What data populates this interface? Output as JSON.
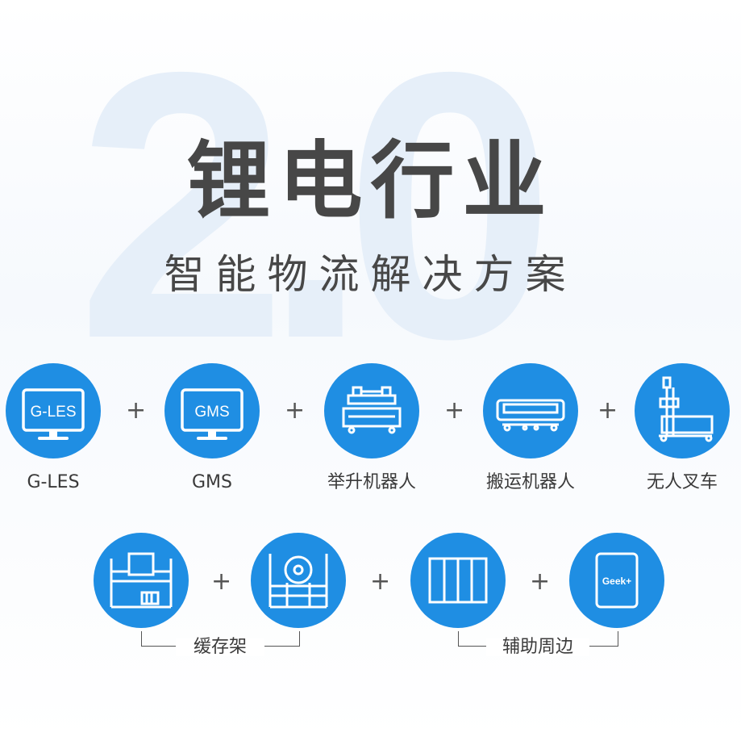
{
  "background_number": "2.0",
  "title": "锂电行业",
  "subtitle": "智能物流解决方案",
  "plus_sign": "+",
  "row1": [
    {
      "label": "G-LES",
      "icon": "monitor-gles-icon",
      "icon_text": "G-LES"
    },
    {
      "label": "GMS",
      "icon": "monitor-gms-icon",
      "icon_text": "GMS"
    },
    {
      "label": "举升机器人",
      "icon": "lifting-robot-icon"
    },
    {
      "label": "搬运机器人",
      "icon": "transport-robot-icon"
    },
    {
      "label": "无人叉车",
      "icon": "forklift-icon"
    }
  ],
  "row2_groups": [
    {
      "label": "缓存架",
      "icons": [
        "buffer-rack-icon",
        "reel-rack-icon"
      ]
    },
    {
      "label": "辅助周边",
      "icons": [
        "shelving-icon",
        "geek-tablet-icon"
      ],
      "tablet_text": "Geek+"
    }
  ],
  "colors": {
    "accent": "#1f8ee3",
    "title": "#474747",
    "watermark": "#e6eff9"
  }
}
